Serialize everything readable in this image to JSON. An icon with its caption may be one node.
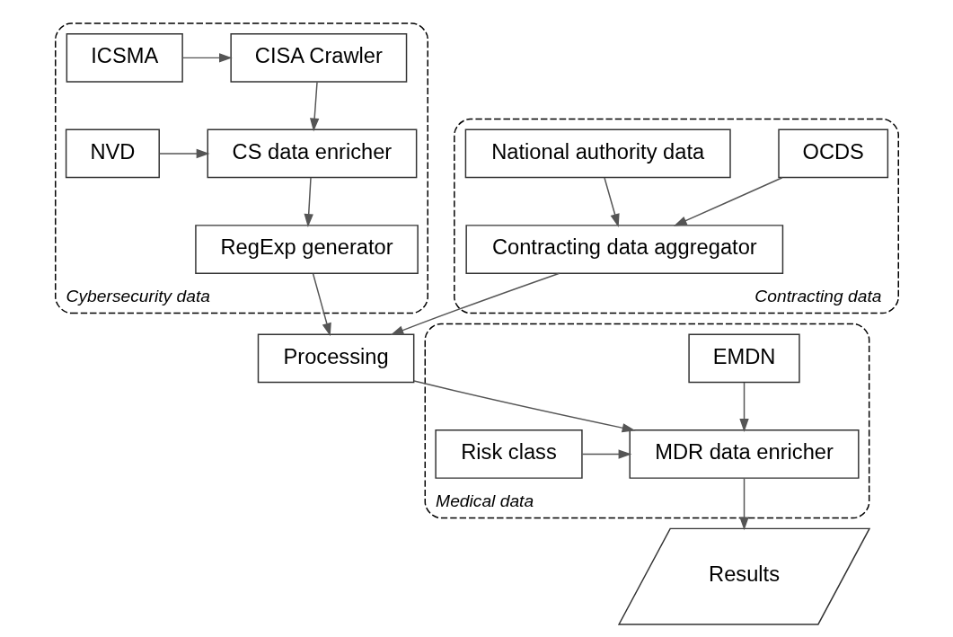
{
  "diagram": {
    "nodes": [
      {
        "text": [
          "Cybersecurity data"
        ]
      },
      {
        "text": [
          "ICSMA"
        ],
        "in": 0
      },
      {
        "text": [
          "CISA Crawler"
        ],
        "in": 0
      },
      {
        "text": [
          "NVD"
        ],
        "in": 0
      },
      {
        "text": [
          "CS data enricher"
        ],
        "in": 0
      },
      {
        "text": [
          "RegExp generator"
        ],
        "in": 0
      },
      {
        "text": [
          "Contracting data"
        ]
      },
      {
        "text": [
          "Contracting data aggregator"
        ],
        "in": 6
      },
      {
        "text": [
          "OCDS"
        ],
        "in": 6
      },
      {
        "text": [
          "National authority data"
        ],
        "in": 6
      },
      {
        "text": [
          "Processing"
        ]
      },
      {
        "text": [
          "Medical data"
        ]
      },
      {
        "text": [
          "Risk class"
        ],
        "in": 11
      },
      {
        "text": [
          "EMDN"
        ],
        "in": 11
      },
      {
        "text": [
          "MDR data enricher"
        ],
        "in": 11
      },
      {
        "text": [
          "Results"
        ]
      }
    ],
    "edges": [
      {
        "from": 1,
        "to": 2,
        "arrow": "to"
      },
      {
        "from": 2,
        "to": 4,
        "arrow": "to"
      },
      {
        "from": 3,
        "to": 4,
        "arrow": "to"
      },
      {
        "from": 4,
        "to": 5,
        "arrow": "to"
      },
      {
        "from": 8,
        "to": 7,
        "arrow": "to"
      },
      {
        "from": 9,
        "to": 7,
        "arrow": "to"
      },
      {
        "from": 5,
        "to": 10,
        "arrow": "to"
      },
      {
        "from": 7,
        "to": 10,
        "arrow": "to"
      },
      {
        "from": 10,
        "to": 14,
        "arrow": "to"
      },
      {
        "from": 12,
        "to": 14,
        "arrow": "to"
      },
      {
        "from": 13,
        "to": 14,
        "arrow": "to"
      },
      {
        "from": 14,
        "to": 15,
        "arrow": "to"
      }
    ]
  }
}
